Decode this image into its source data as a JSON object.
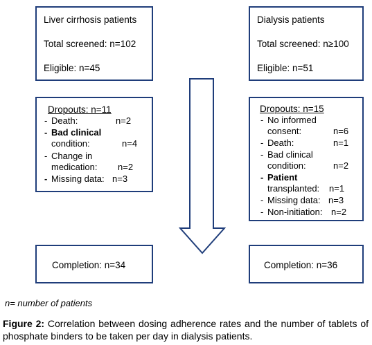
{
  "left": {
    "header": "Liver cirrhosis patients",
    "screened": "Total screened: n=102",
    "eligible": "Eligible: n=45",
    "dropouts_title": "Dropouts: n=11",
    "dropouts": [
      {
        "l1": "Death:",
        "v": "n=2"
      },
      {
        "l1": "Bad clinical",
        "l2": "condition:",
        "v": "n=4"
      },
      {
        "l1": "Change in",
        "l2": "medication:",
        "v": "n=2"
      },
      {
        "l1": "Missing data:",
        "v": "n=3"
      }
    ],
    "completion": "Completion: n=34"
  },
  "right": {
    "header": "Dialysis patients",
    "screened": "Total screened: n≥100",
    "eligible": "Eligible: n=51",
    "dropouts_title": "Dropouts: n=15",
    "dropouts": [
      {
        "l1": "No informed",
        "l2": "consent:",
        "v": "n=6"
      },
      {
        "l1": "Death:",
        "v": "n=1"
      },
      {
        "l1": "Bad clinical",
        "l2": "condition:",
        "v": "n=2"
      },
      {
        "l1": "Patient",
        "l2": "transplanted:",
        "v": "n=1"
      },
      {
        "l1": "Missing data:",
        "v": "n=3"
      },
      {
        "l1": "Non-initiation:",
        "v": "n=2"
      }
    ],
    "completion": "Completion: n=36"
  },
  "footnote": "n= number of patients",
  "caption": {
    "label": "Figure 2:",
    "text": " Correlation between dosing adherence rates and the number of tablets of phosphate binders to be taken per day in dialysis patients."
  },
  "colors": {
    "box_border": "#1f3d7a",
    "arrow": "#1f3d7a"
  }
}
